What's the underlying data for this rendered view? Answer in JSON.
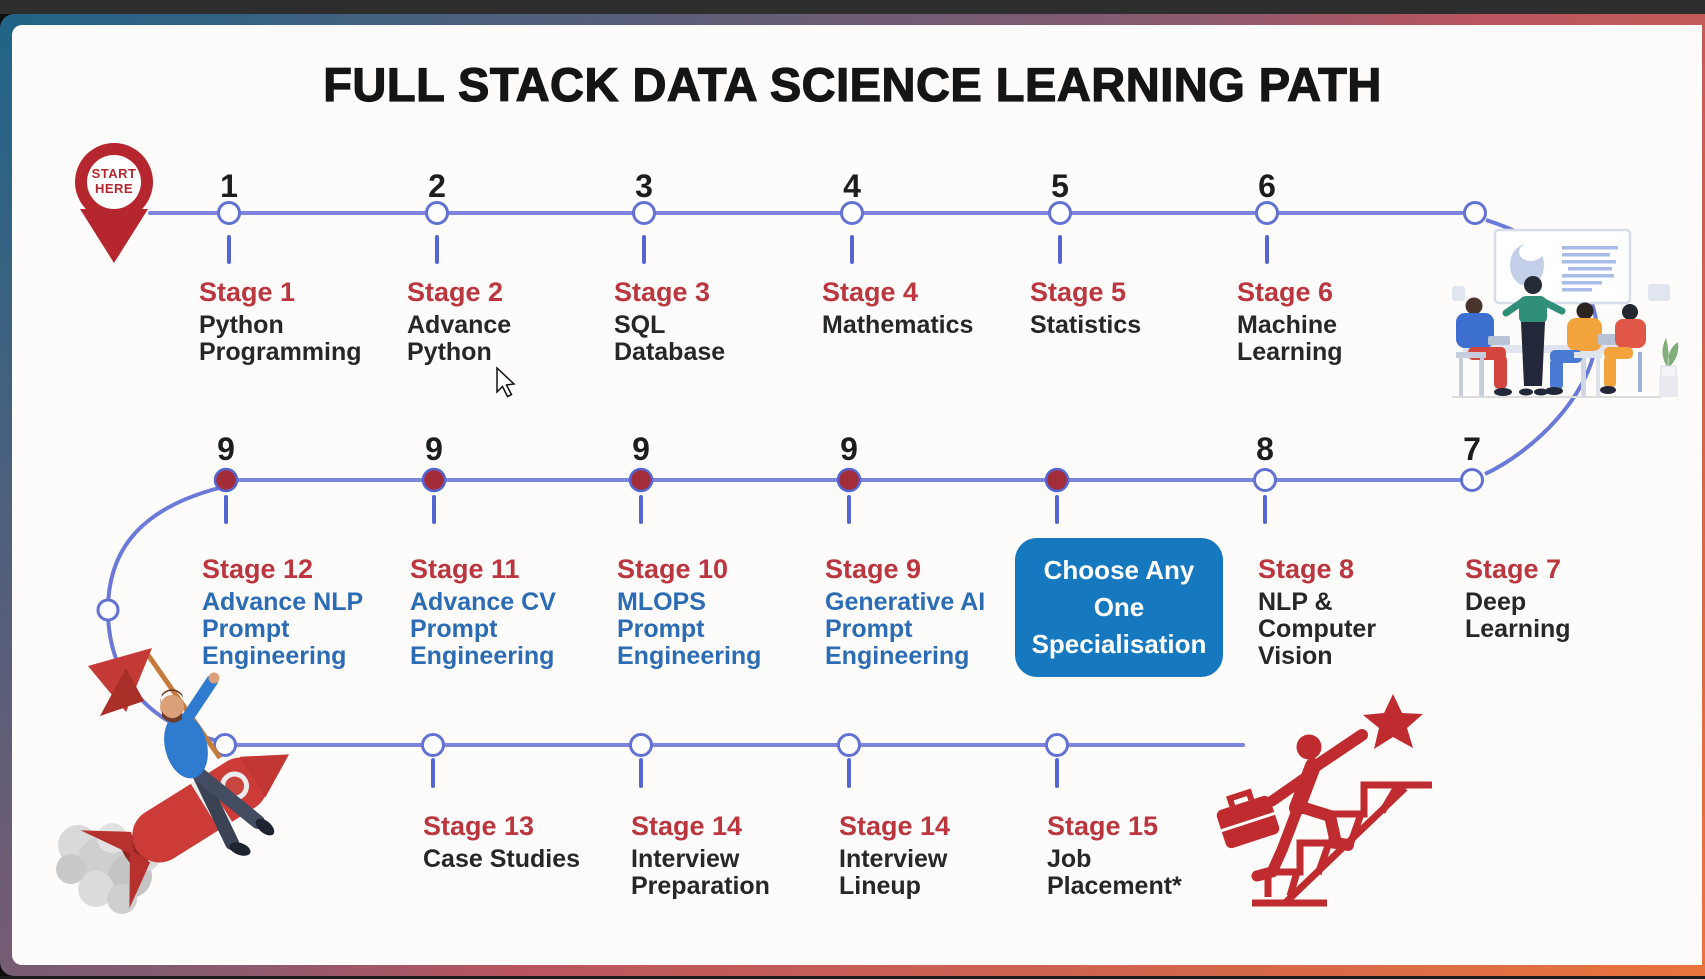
{
  "title": "FULL STACK DATA SCIENCE LEARNING PATH",
  "start_pin": {
    "label": "START\nHERE"
  },
  "row1": [
    {
      "number": "1",
      "title": "Stage 1",
      "subtitle": "Python\nProgramming"
    },
    {
      "number": "2",
      "title": "Stage 2",
      "subtitle": "Advance\nPython"
    },
    {
      "number": "3",
      "title": "Stage 3",
      "subtitle": "SQL\nDatabase"
    },
    {
      "number": "4",
      "title": "Stage 4",
      "subtitle": "Mathematics"
    },
    {
      "number": "5",
      "title": "Stage 5",
      "subtitle": "Statistics"
    },
    {
      "number": "6",
      "title": "Stage 6",
      "subtitle": "Machine\nLearning"
    }
  ],
  "row2": [
    {
      "number": "9",
      "title": "Stage 12",
      "subtitle": "Advance NLP\nPrompt\nEngineering"
    },
    {
      "number": "9",
      "title": "Stage 11",
      "subtitle": "Advance CV\nPrompt\nEngineering"
    },
    {
      "number": "9",
      "title": "Stage 10",
      "subtitle": "MLOPS\nPrompt\nEngineering"
    },
    {
      "number": "9",
      "title": "Stage 9",
      "subtitle": "Generative AI\nPrompt\nEngineering"
    },
    {
      "number": "8",
      "title": "Stage 8",
      "subtitle": "NLP &\nComputer\nVision"
    },
    {
      "number": "7",
      "title": "Stage 7",
      "subtitle": "Deep\nLearning"
    }
  ],
  "choose_box": {
    "label": "Choose Any\nOne\nSpecialisation"
  },
  "row3": [
    {
      "title": "Stage 13",
      "subtitle": "Case Studies"
    },
    {
      "title": "Stage 14",
      "subtitle": "Interview\nPreparation"
    },
    {
      "title": "Stage 14",
      "subtitle": "Interview\nLineup"
    },
    {
      "title": "Stage 15",
      "subtitle": "Job\nPlacement*"
    }
  ],
  "illustrations": {
    "start_pin_icon": "red map-pin with START HERE",
    "classroom_icon": "teacher presenting whiteboard to three students",
    "rocket_rider_icon": "man riding red rocket holding red flag",
    "career_climb_icon": "red figure with briefcase climbing stairs to a star",
    "mouse_cursor_icon": "arrow pointer"
  },
  "colors": {
    "path_line": "#7b86dc",
    "tick": "#5565d2",
    "node_stroke": "#6272d2",
    "node_filled": "#a32d38",
    "stage_red": "#bc3640",
    "subtitle_black": "#272727",
    "subtitle_blue": "#2b6cb5",
    "choose_box_blue": "#1678bf",
    "pin_red": "#b5262e",
    "frame_teal": "#206487",
    "frame_red": "#b85560",
    "frame_orange": "#e8743c",
    "canvas_white": "#fdfcfb"
  }
}
